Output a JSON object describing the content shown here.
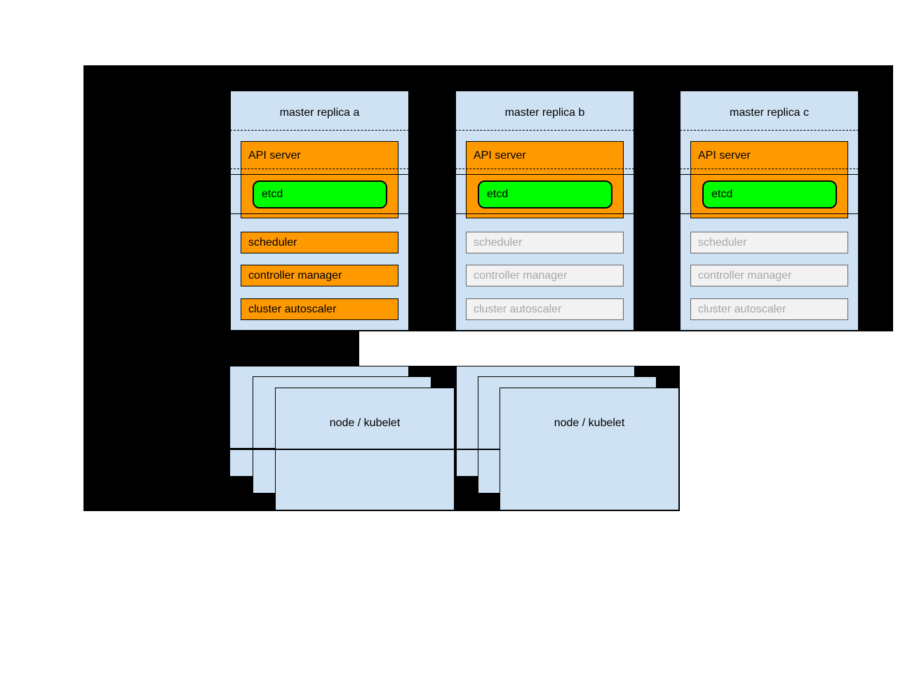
{
  "masters": [
    {
      "title": "master replica a",
      "status": "active",
      "components": {
        "api_server": "API server",
        "etcd": "etcd",
        "scheduler": "scheduler",
        "controller_manager": "controller manager",
        "cluster_autoscaler": "cluster autoscaler"
      }
    },
    {
      "title": "master replica b",
      "status": "inactive",
      "components": {
        "api_server": "API server",
        "etcd": "etcd",
        "scheduler": "scheduler",
        "controller_manager": "controller manager",
        "cluster_autoscaler": "cluster autoscaler"
      }
    },
    {
      "title": "master replica c",
      "status": "inactive",
      "components": {
        "api_server": "API server",
        "etcd": "etcd",
        "scheduler": "scheduler",
        "controller_manager": "controller manager",
        "cluster_autoscaler": "cluster autoscaler"
      }
    }
  ],
  "nodes": [
    {
      "label": "node / kubelet"
    },
    {
      "label": "node / kubelet"
    }
  ],
  "colors": {
    "panel_blue": "#cfe2f3",
    "active_orange": "#ff9900",
    "etcd_green": "#00ff00",
    "inactive_fill": "#f2f2f2",
    "inactive_border": "#666666",
    "inactive_text": "#a6a6a6",
    "background_black": "#000000"
  }
}
